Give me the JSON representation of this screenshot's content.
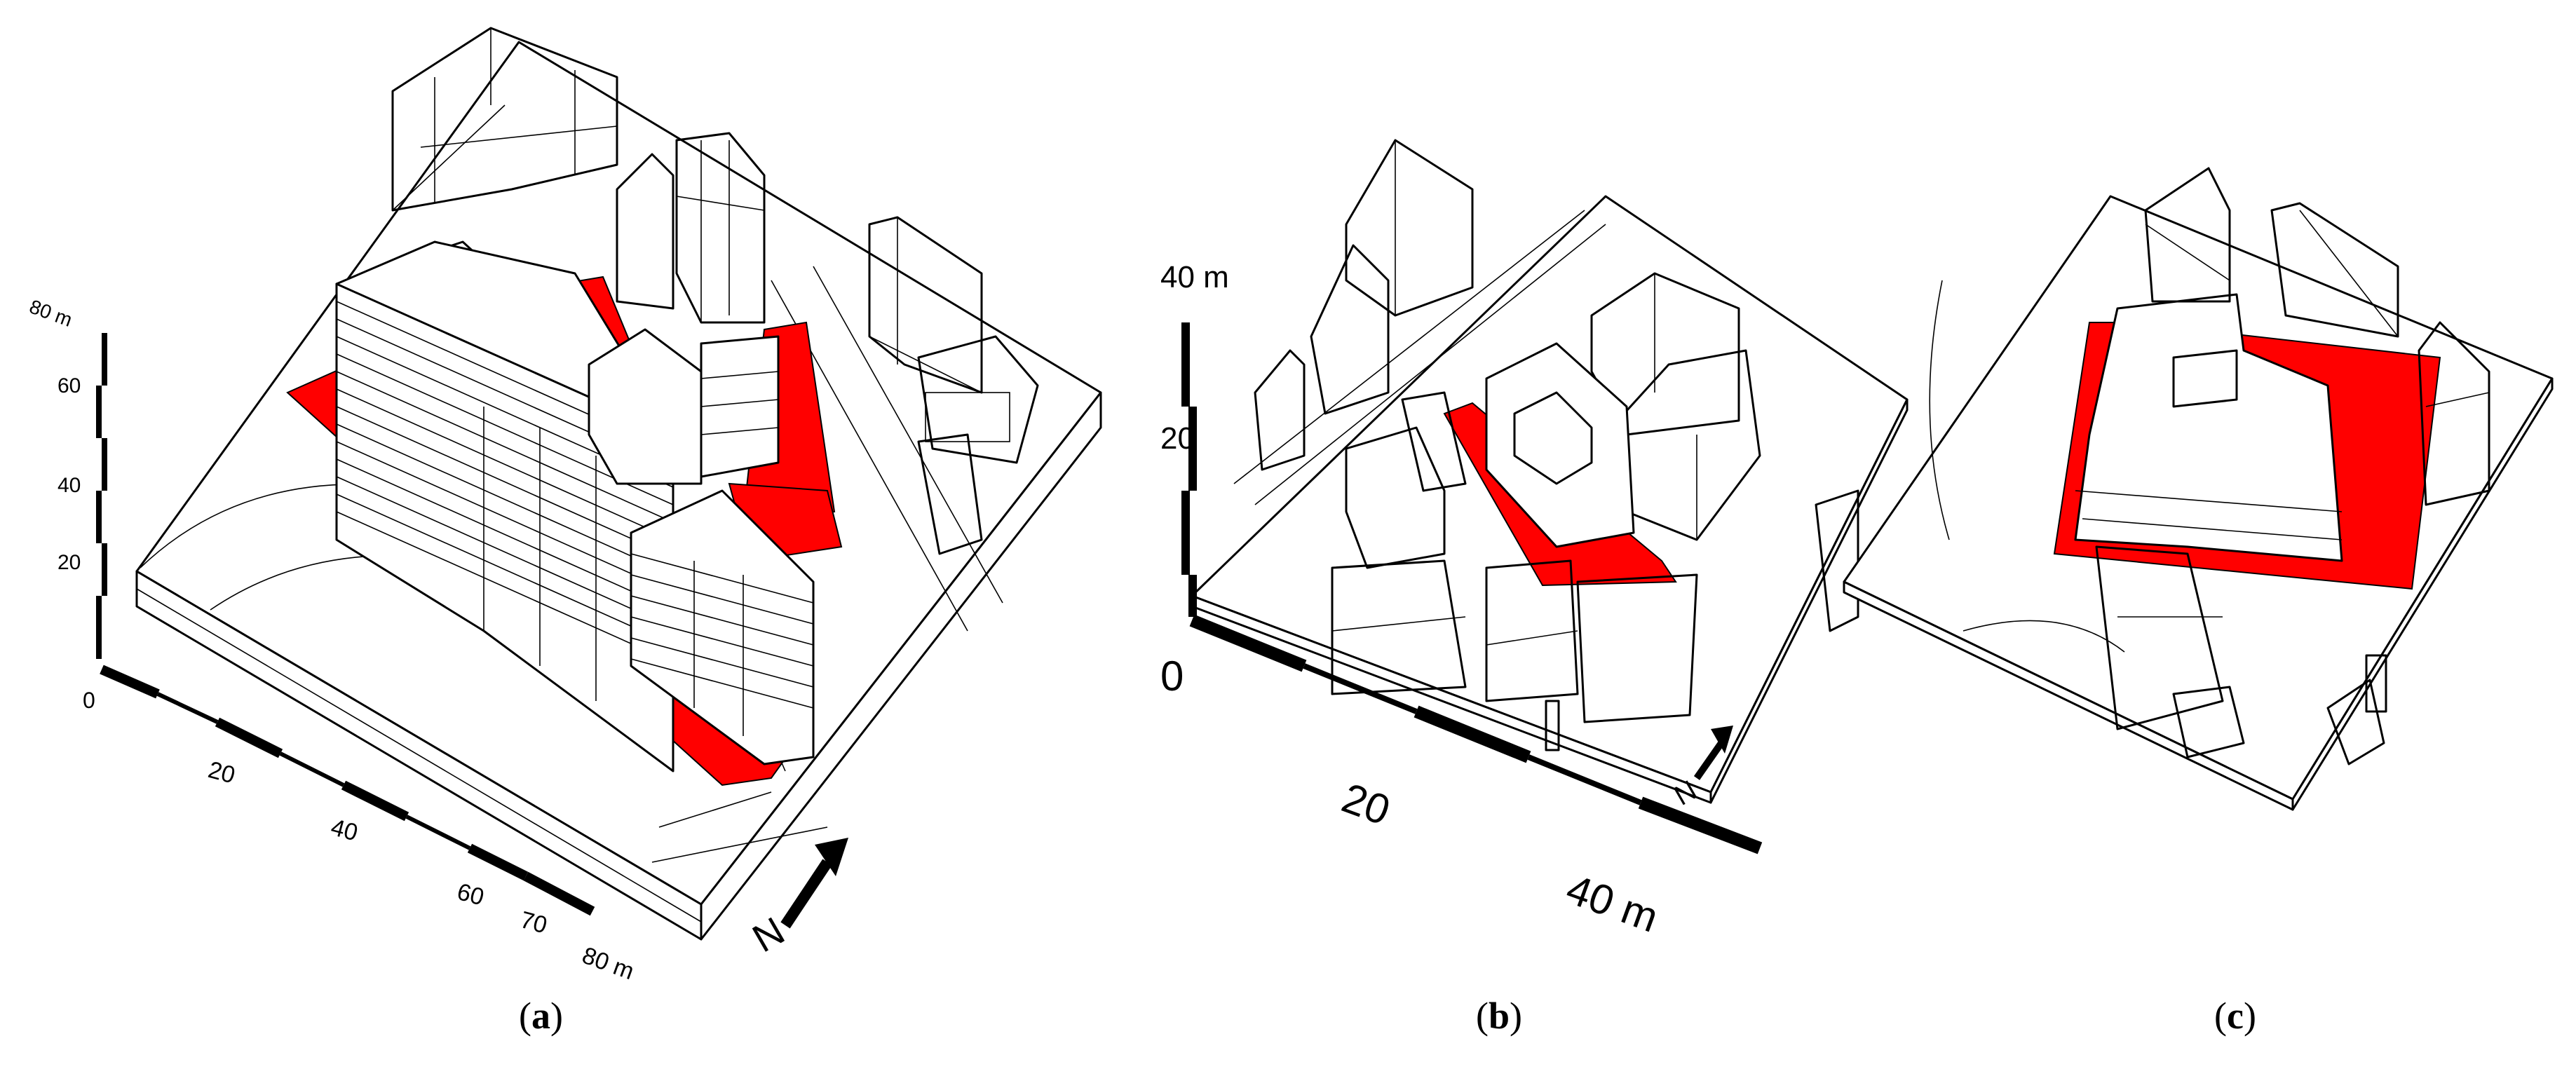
{
  "panels": [
    {
      "caption_open": "(",
      "caption_letter": "a",
      "caption_close": ")",
      "vertical_ticks": [
        "80 m",
        "60",
        "40",
        "20"
      ],
      "horizontal_ticks": [
        "0",
        "20",
        "40",
        "60",
        "70",
        "80 m"
      ],
      "north_label": "N"
    },
    {
      "caption_open": "(",
      "caption_letter": "b",
      "caption_close": ")",
      "vertical_ticks": [
        "40 m",
        "20"
      ],
      "horizontal_ticks": [
        "0",
        "20",
        "40 m"
      ],
      "north_label": "N"
    },
    {
      "caption_open": "(",
      "caption_letter": "c",
      "caption_close": ")"
    }
  ],
  "colors": {
    "highlight": "#ff0000",
    "line": "#000000",
    "background": "#ffffff"
  }
}
